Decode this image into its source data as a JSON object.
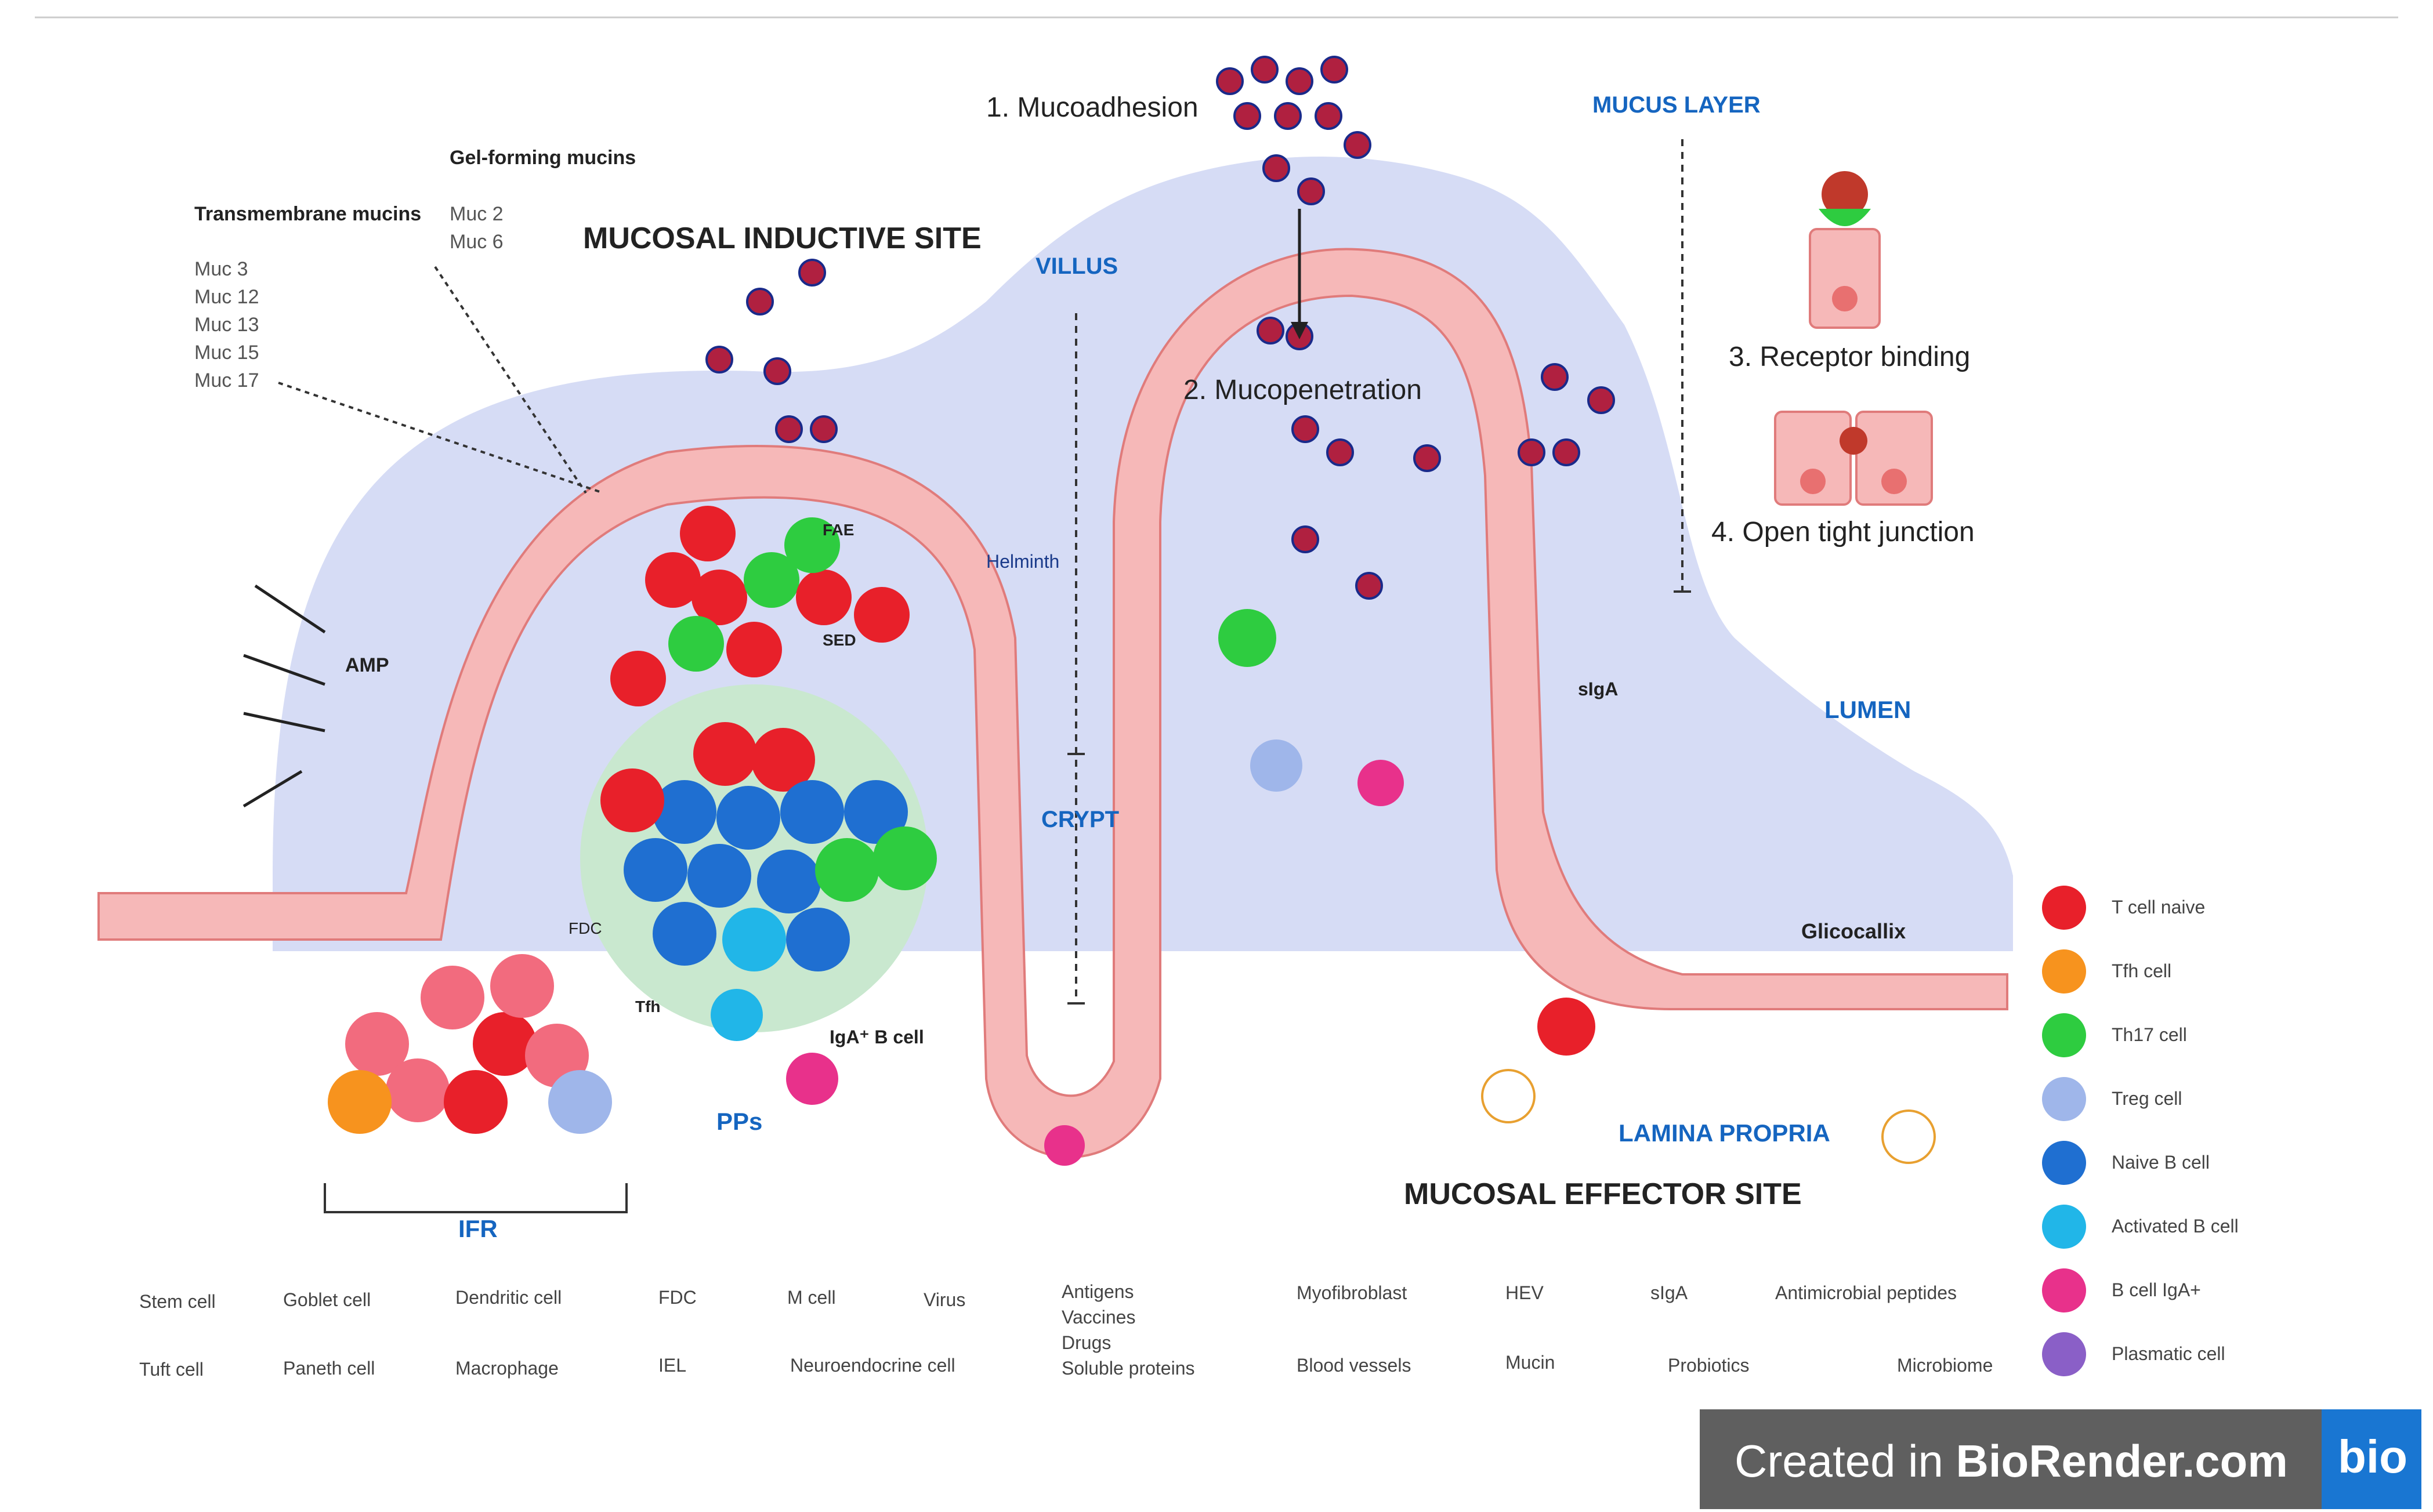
{
  "header": {
    "site_inductive": "MUCOSAL INDUCTIVE SITE",
    "site_effector": "MUCOSAL EFFECTOR SITE"
  },
  "steps": {
    "s1": "1. Mucoadhesion",
    "s2": "2. Mucopenetration",
    "s3": "3. Receptor binding",
    "s4": "4. Open tight junction"
  },
  "regions": {
    "mucus_layer": "MUCUS LAYER",
    "villus": "VILLUS",
    "crypt": "CRYPT",
    "lumen": "LUMEN",
    "lamina_propria": "LAMINA PROPRIA",
    "pps": "PPs",
    "ifr": "IFR",
    "glicocallix": "Glicocallix"
  },
  "small_labels": {
    "amp": "AMP",
    "fae": "FAE",
    "sed": "SED",
    "fdc": "FDC",
    "tfh": "Tfh",
    "iga_b": "IgA⁺ B cell",
    "helminth": "Helminth",
    "siga": "sIgA"
  },
  "mucins": {
    "transmembrane_title": "Transmembrane mucins",
    "transmembrane": [
      "Muc 3",
      "Muc 12",
      "Muc 13",
      "Muc 15",
      "Muc 17"
    ],
    "gel_title": "Gel-forming mucins",
    "gel": [
      "Muc 2",
      "Muc 6"
    ]
  },
  "legend_bottom": {
    "stem": "Stem cell",
    "goblet": "Goblet cell",
    "dendritic": "Dendritic cell",
    "fdc": "FDC",
    "mcell": "M cell",
    "virus": "Virus",
    "antigens": "Antigens",
    "vaccines": "Vaccines",
    "drugs": "Drugs",
    "soluble": "Soluble proteins",
    "myofibroblast": "Myofibroblast",
    "hev": "HEV",
    "siga": "sIgA",
    "amp": "Antimicrobial peptides",
    "tuft": "Tuft cell",
    "paneth": "Paneth cell",
    "macrophage": "Macrophage",
    "iel": "IEL",
    "neuro": "Neuroendocrine cell",
    "blood": "Blood vessels",
    "mucin": "Mucin",
    "probiotics": "Probiotics",
    "microbiome": "Microbiome"
  },
  "legend_right": [
    {
      "label": "T cell naive",
      "color": "#e8202a"
    },
    {
      "label": "Tfh cell",
      "color": "#f7931e"
    },
    {
      "label": "Th17 cell",
      "color": "#2ecc40"
    },
    {
      "label": "Treg cell",
      "color": "#9fb6ea"
    },
    {
      "label": "Naive B cell",
      "color": "#1f6fd1"
    },
    {
      "label": "Activated B cell",
      "color": "#21b6e8"
    },
    {
      "label": "B cell IgA+",
      "color": "#e8318b"
    },
    {
      "label": "Plasmatic cell",
      "color": "#8a5fc7"
    }
  ],
  "watermark": {
    "text_prefix": "Created in ",
    "text_brand": "BioRender.com",
    "logo": "bio"
  },
  "colors": {
    "mucus": "#d6dcf5",
    "epithelium": "#f6b8b8",
    "epithelium_line": "#e07b7b",
    "accent_blue": "#1565c0"
  }
}
